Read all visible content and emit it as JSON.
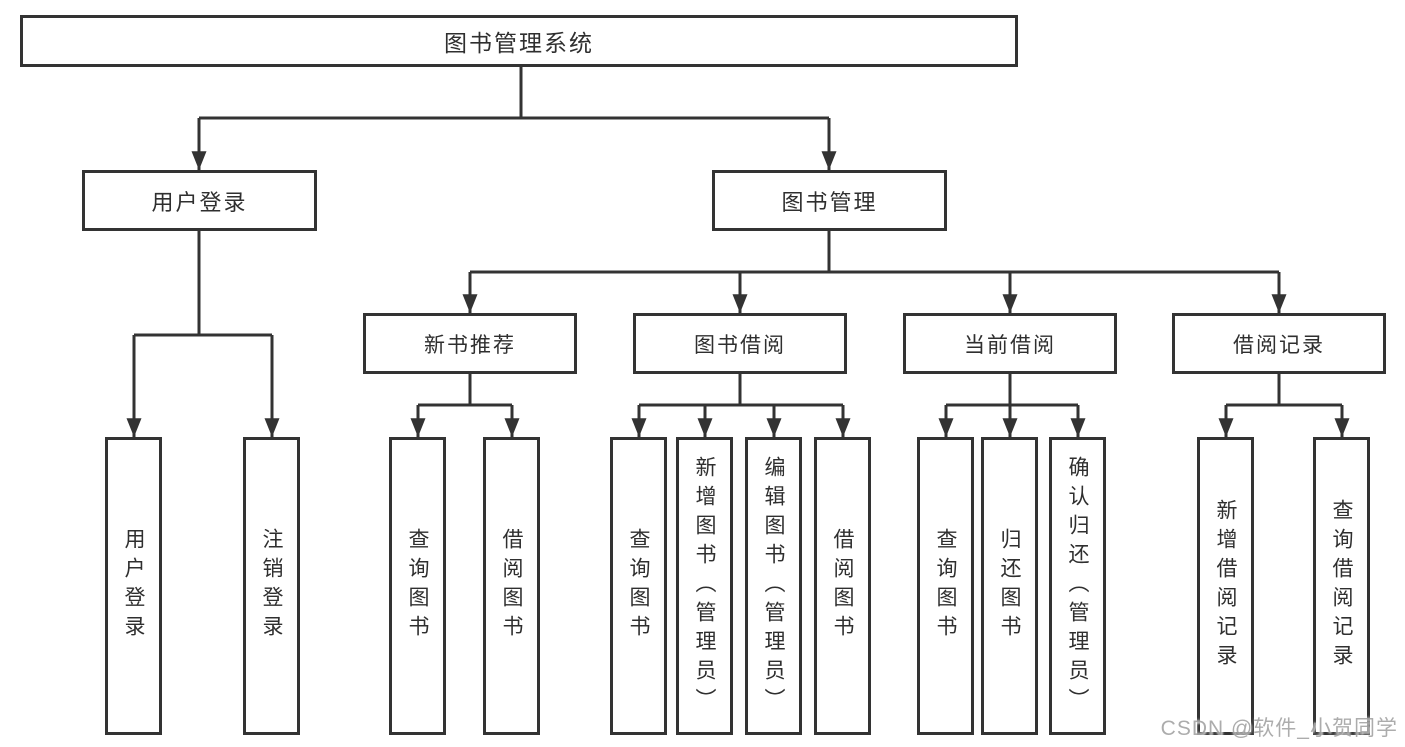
{
  "diagram": {
    "title": "图书管理系统",
    "level2": {
      "user_login": "用户登录",
      "book_mgmt": "图书管理"
    },
    "level3": {
      "new_book": "新书推荐",
      "book_borrow": "图书借阅",
      "current_borrow": "当前借阅",
      "borrow_record": "借阅记录"
    },
    "leaves": {
      "user_login": [
        "用户登录",
        "注销登录"
      ],
      "new_book": [
        "查询图书",
        "借阅图书"
      ],
      "book_borrow": [
        "查询图书",
        "新增图书（管理员）",
        "编辑图书（管理员）",
        "借阅图书"
      ],
      "current_borrow": [
        "查询图书",
        "归还图书",
        "确认归还（管理员）"
      ],
      "borrow_record": [
        "新增借阅记录",
        "查询借阅记录"
      ]
    },
    "colors": {
      "line": "#333333",
      "text": "#2f2f2f",
      "watermark": "#a6a6a6",
      "background": "#ffffff"
    }
  },
  "watermark": {
    "text": "CSDN @软件_小贺同学"
  }
}
